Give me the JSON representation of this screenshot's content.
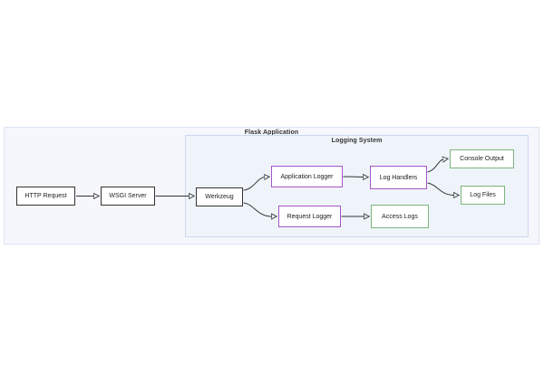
{
  "diagram": {
    "containers": {
      "flask_application": {
        "label": "Flask Application"
      },
      "logging_system": {
        "label": "Logging System"
      }
    },
    "nodes": {
      "http_request": {
        "label": "HTTP Request",
        "style": "default"
      },
      "wsgi_server": {
        "label": "WSGI Server",
        "style": "default"
      },
      "werkzeug": {
        "label": "Werkzeug",
        "style": "default"
      },
      "application_logger": {
        "label": "Application Logger",
        "style": "logger"
      },
      "request_logger": {
        "label": "Request Logger",
        "style": "logger"
      },
      "log_handlers": {
        "label": "Log Handlers",
        "style": "logger"
      },
      "access_logs": {
        "label": "Access Logs",
        "style": "output"
      },
      "console_output": {
        "label": "Console Output",
        "style": "output"
      },
      "log_files": {
        "label": "Log Files",
        "style": "output"
      }
    },
    "edges": [
      {
        "from": "HTTP Request",
        "to": "WSGI Server"
      },
      {
        "from": "WSGI Server",
        "to": "Werkzeug"
      },
      {
        "from": "Werkzeug",
        "to": "Application Logger"
      },
      {
        "from": "Werkzeug",
        "to": "Request Logger"
      },
      {
        "from": "Application Logger",
        "to": "Log Handlers"
      },
      {
        "from": "Request Logger",
        "to": "Access Logs"
      },
      {
        "from": "Log Handlers",
        "to": "Console Output"
      },
      {
        "from": "Log Handlers",
        "to": "Log Files"
      }
    ],
    "colors": {
      "default_node_border": "#333333",
      "logger_node_border": "#a855c8",
      "output_node_border": "#7db47d",
      "node_fill": "#ffffff",
      "edge": "#333333",
      "outer_container_fill": "#f5f7fc",
      "outer_container_border": "#dde4f3",
      "inner_container_fill": "#eff4fb",
      "inner_container_border": "#ccd8ee",
      "label_text": "#333333"
    }
  }
}
